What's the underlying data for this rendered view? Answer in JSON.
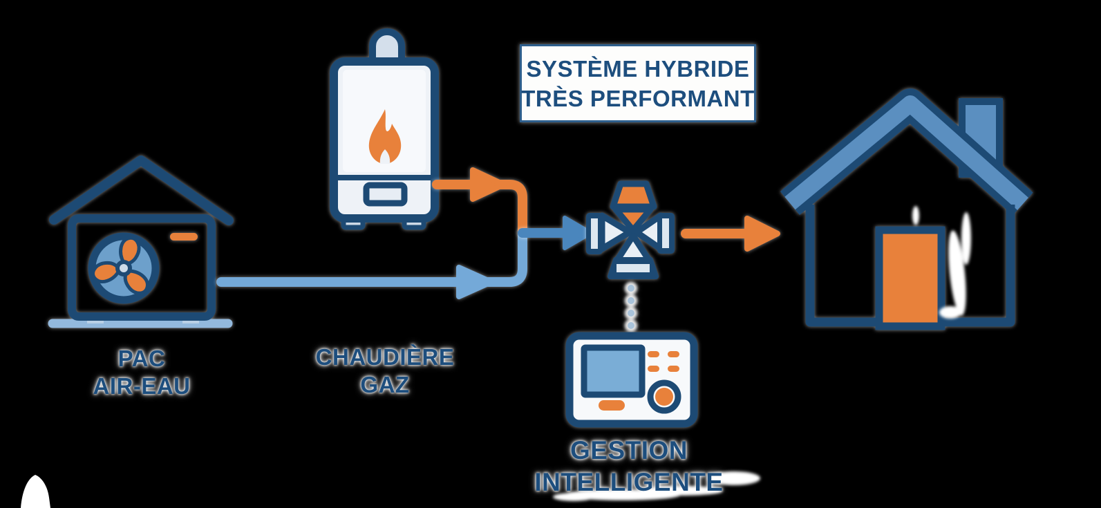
{
  "title_box": {
    "line1": "SYSTÈME HYBRIDE",
    "line2": "TRÈS PERFORMANT"
  },
  "labels": {
    "heat_pump": {
      "line1": "PAC",
      "line2": "AIR-EAU"
    },
    "boiler": {
      "line1": "CHAUDIÈRE",
      "line2": "GAZ"
    },
    "controller": {
      "line1": "GESTION",
      "line2": "INTELLIGENTE"
    }
  },
  "icons": {
    "heat_pump": "heat-pump-outdoor-unit-icon",
    "fan": "fan-icon",
    "boiler": "gas-boiler-icon",
    "flame": "flame-icon",
    "valve": "mixing-valve-icon",
    "controller": "smart-controller-icon",
    "house": "house-icon",
    "door": "door-icon",
    "chimney": "chimney-icon"
  },
  "connections": [
    {
      "from": "gas-boiler",
      "to": "mixing-valve",
      "color": "#e8813b",
      "style": "arrow"
    },
    {
      "from": "heat-pump",
      "to": "mixing-valve",
      "color": "#74a9d8",
      "style": "arrow"
    },
    {
      "from": "junction",
      "to": "mixing-valve",
      "color": "#4a86bd",
      "style": "arrow"
    },
    {
      "from": "mixing-valve",
      "to": "house",
      "color": "#e8813b",
      "style": "arrow"
    },
    {
      "from": "smart-controller",
      "to": "mixing-valve",
      "color": "#a9c3da",
      "style": "dotted"
    }
  ],
  "colors": {
    "bg": "#000000",
    "navy": "#1d4a74",
    "steel": "#4a86bd",
    "sky": "#74a9d8",
    "orange": "#e8813b",
    "roofblue": "#5b8fc0",
    "fanblue": "#6da0cb",
    "screenblue": "#7aadd6",
    "textblue": "#1d4e7e",
    "pale": "#eef2f7",
    "lightfill": "#dde7f0",
    "dotblue": "#a9c3da",
    "boxborder": "#2e5f8d"
  }
}
